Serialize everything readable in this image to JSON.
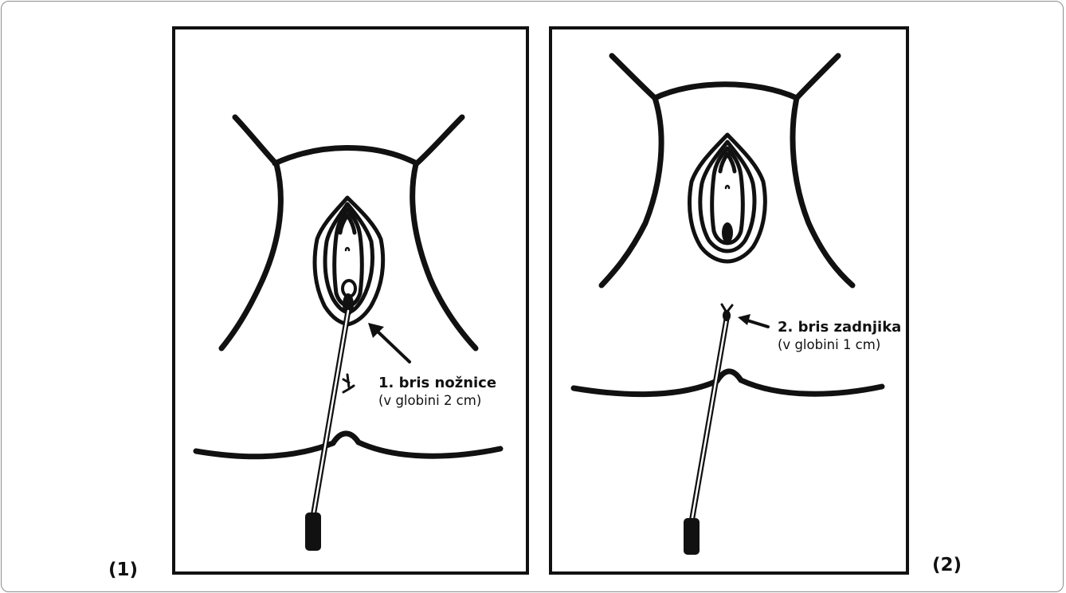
{
  "panels": [
    {
      "number": "(1)",
      "label_title": "1. bris nožnice",
      "label_sub": "(v globini 2 cm)"
    },
    {
      "number": "(2)",
      "label_title": "2. bris zadnjika",
      "label_sub": "(v globini 1 cm)"
    }
  ],
  "colors": {
    "ink": "#111111",
    "border": "#8c8c8c",
    "background": "#ffffff"
  }
}
